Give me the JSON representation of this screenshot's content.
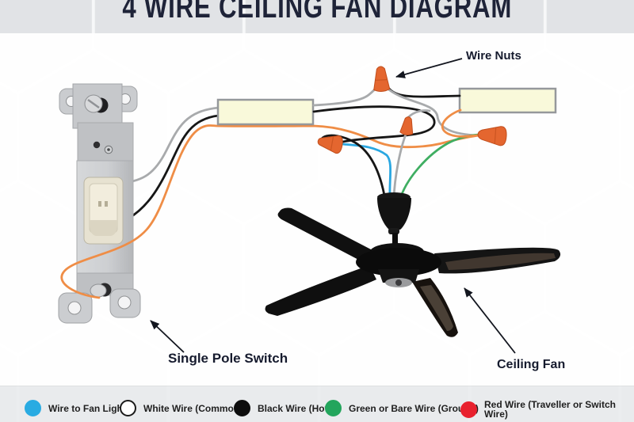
{
  "title": "4 WIRE CEILING FAN DIAGRAM",
  "annotations": {
    "wire_nuts": "Wire Nuts",
    "single_pole_switch": "Single Pole Switch",
    "ceiling_fan": "Ceiling Fan"
  },
  "legend": {
    "items": [
      {
        "label": "Wire to Fan Light",
        "color": "#29abe2",
        "outline": "#29abe2"
      },
      {
        "label": "White Wire (Common)",
        "color": "#ffffff",
        "outline": "#1a1a1a"
      },
      {
        "label": "Black Wire (Hot)",
        "color": "#0d0d0d",
        "outline": "#0d0d0d"
      },
      {
        "label": "Green or Bare Wire (Ground)",
        "color": "#23a55c",
        "outline": "#23a55c"
      },
      {
        "label": "Red Wire (Traveller or Switch Wire)",
        "color": "#e8212e",
        "outline": "#e8212e"
      }
    ]
  },
  "colors": {
    "title_navy": "#1e2338",
    "label_navy": "#161b2e",
    "wire_white": "#a8aaac",
    "wire_black": "#161616",
    "wire_orange": "#ef8d46",
    "wire_blue": "#2aa7e1",
    "wire_green": "#3fae62",
    "wire_nut_orange": "#e4662f",
    "wire_nut_edge": "#c14e1c",
    "cable_box_fill": "#f9f9da",
    "cable_box_edge": "#95989b"
  }
}
